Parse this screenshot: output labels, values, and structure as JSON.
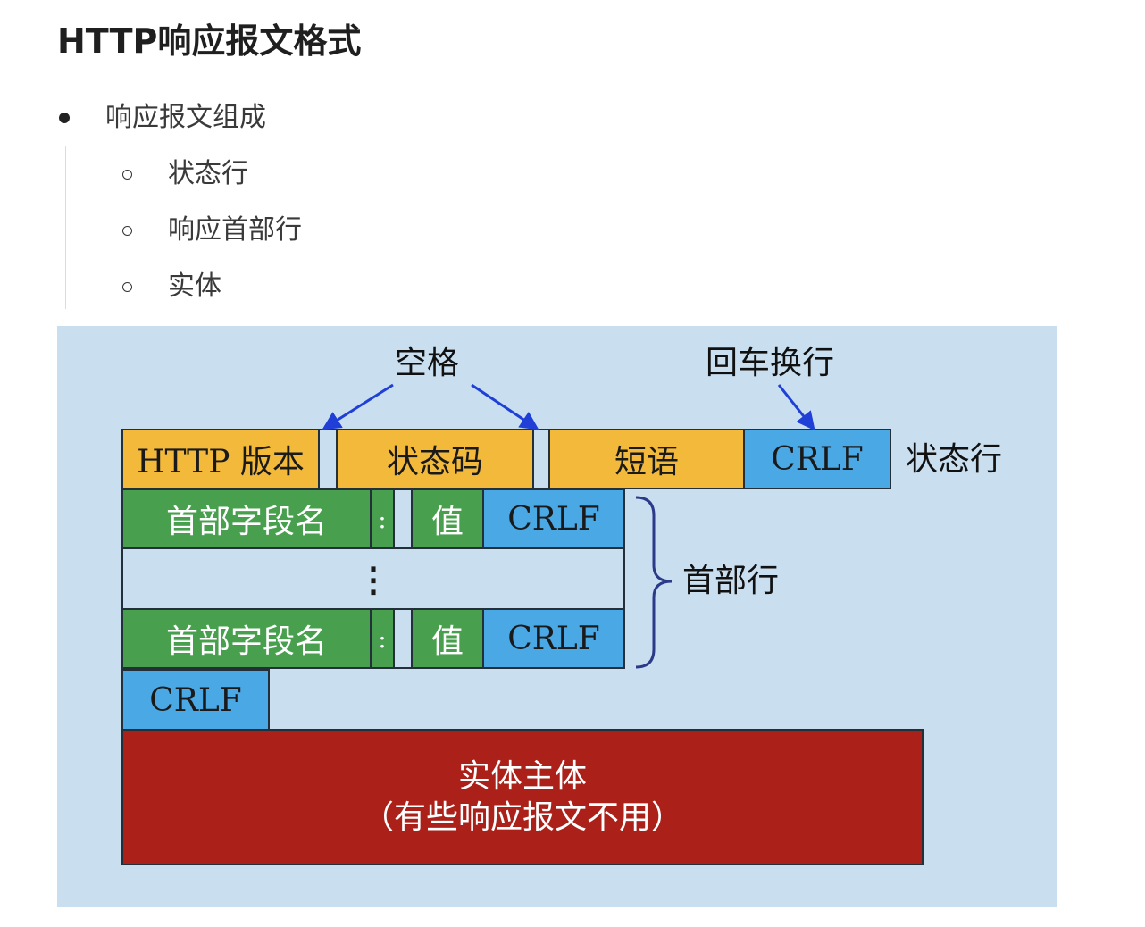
{
  "page": {
    "title": "HTTP响应报文格式",
    "list": {
      "item": "响应报文组成",
      "subitems": [
        "状态行",
        "响应首部行",
        "实体"
      ]
    }
  },
  "diagram": {
    "labels": {
      "space": "空格",
      "crlf_label": "回车换行",
      "status_line": "状态行",
      "header_lines": "首部行"
    },
    "status_line": {
      "version": "HTTP 版本",
      "status_code": "状态码",
      "phrase": "短语",
      "crlf": "CRLF"
    },
    "header_line": {
      "field_name": "首部字段名",
      "colon": ":",
      "value": "值",
      "crlf": "CRLF"
    },
    "ellipsis": "⋮",
    "blank_line_crlf": "CRLF",
    "body": {
      "line1": "实体主体",
      "line2": "（有些响应报文不用）"
    },
    "colors": {
      "background": "#c9dff0",
      "orange": "#f2b93b",
      "blue": "#4aa8e4",
      "green": "#48a04e",
      "red": "#ab2119",
      "arrow": "#1f3fd6",
      "brace": "#2c3a8a"
    }
  }
}
